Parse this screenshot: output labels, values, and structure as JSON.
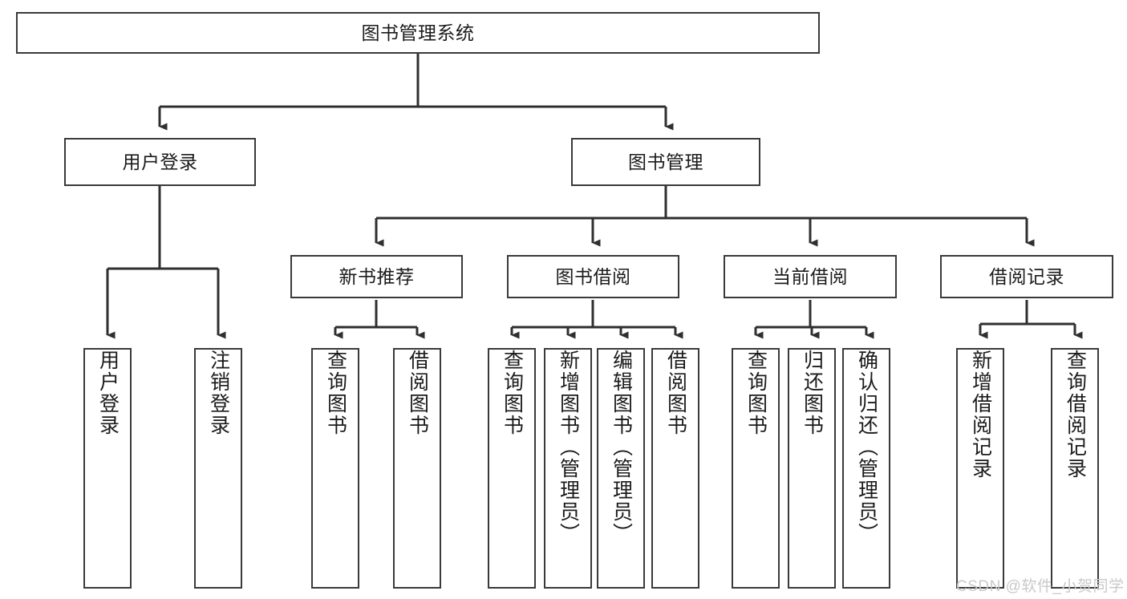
{
  "diagram": {
    "title": "图书管理系统",
    "type": "hierarchy-tree",
    "watermark": "CSDN @软件_小贺同学",
    "colors": {
      "box_border": "#3a3a3a",
      "box_fill": "#ffffff",
      "connector": "#2f2f2f",
      "text": "#1b1b1b",
      "watermark": "#c9c9c9"
    },
    "nodes": {
      "root": {
        "label": "图书管理系统"
      },
      "level1": [
        {
          "label": "用户登录"
        },
        {
          "label": "图书管理"
        }
      ],
      "level2": [
        {
          "label": "新书推荐"
        },
        {
          "label": "图书借阅"
        },
        {
          "label": "当前借阅"
        },
        {
          "label": "借阅记录"
        }
      ],
      "leaves": {
        "user_login": [
          {
            "label": "用户登录"
          },
          {
            "label": "注销登录"
          }
        ],
        "new_book": [
          {
            "label": "查询图书"
          },
          {
            "label": "借阅图书"
          }
        ],
        "book_borrow": [
          {
            "label": "查询图书"
          },
          {
            "label": "新增图书（管理员）"
          },
          {
            "label": "编辑图书（管理员）"
          },
          {
            "label": "借阅图书"
          }
        ],
        "current_borrow": [
          {
            "label": "查询图书"
          },
          {
            "label": "归还图书"
          },
          {
            "label": "确认归还（管理员）"
          }
        ],
        "borrow_record": [
          {
            "label": "新增借阅记录"
          },
          {
            "label": "查询借阅记录"
          }
        ]
      }
    }
  }
}
